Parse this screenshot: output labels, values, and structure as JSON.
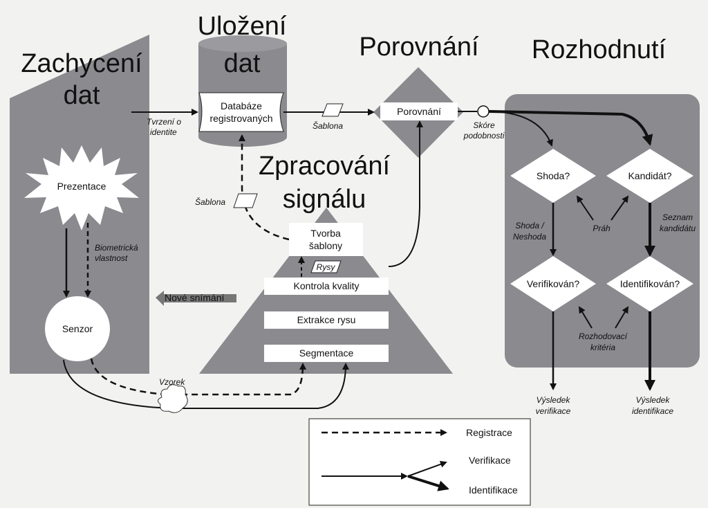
{
  "sections": {
    "capture": [
      "Zachycení",
      "dat"
    ],
    "storage": [
      "Uložení",
      "dat"
    ],
    "comparison": "Porovnání",
    "decision": "Rozhodnutí",
    "processing": [
      "Zpracování",
      "signálu"
    ]
  },
  "nodes": {
    "presentation": "Prezentace",
    "sensor": "Senzor",
    "database": [
      "Databáze",
      "registrovaných"
    ],
    "comparator": "Porovnání",
    "template_creation": [
      "Tvorba",
      "šablony"
    ],
    "quality_control": "Kontrola kvality",
    "feature_extraction": "Extrakce rysu",
    "segmentation": "Segmentace",
    "match": "Shoda?",
    "candidate": "Kandidát?",
    "verified": "Verifikován?",
    "identified": "Identifikován?"
  },
  "labels": {
    "identity_claim": [
      "Tvrzení o",
      "identite"
    ],
    "template_top": "Šablona",
    "template_left": "Šablona",
    "similarity_score": [
      "Skóre",
      "podobnosti"
    ],
    "biometric_property": [
      "Biometrická",
      "vlastnost"
    ],
    "new_capture": "Nové snímání",
    "features": "Rysy",
    "sample": "Vzorek",
    "match_nomatch": [
      "Shoda /",
      "Neshoda"
    ],
    "threshold": "Práh",
    "candidate_list": [
      "Seznam",
      "kandidátu"
    ],
    "decision_criteria": [
      "Rozhodovací",
      "kritéria"
    ],
    "verification_result": [
      "Výsledek",
      "verifikace"
    ],
    "identification_result": [
      "Výsledek",
      "identifikace"
    ]
  },
  "legend": {
    "registration": "Registrace",
    "verification": "Verifikace",
    "identification": "Identifikace"
  }
}
